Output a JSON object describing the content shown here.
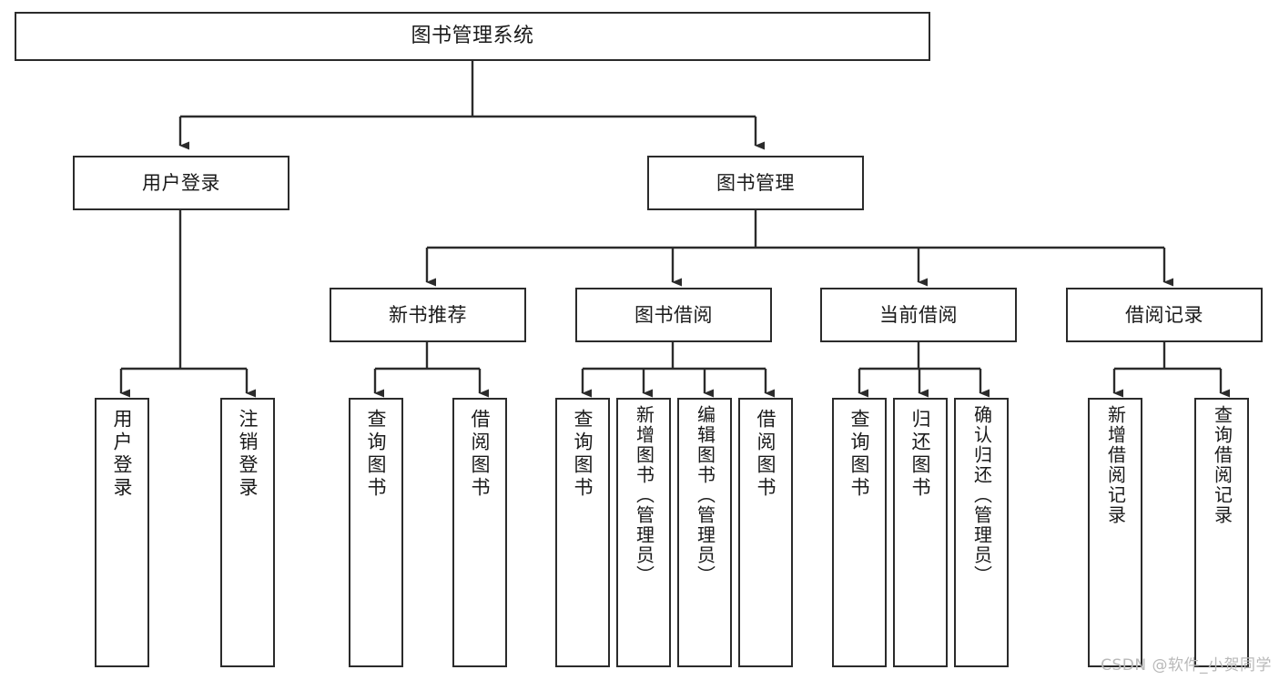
{
  "diagram": {
    "title": "图书管理系统",
    "watermark": "CSDN @软件_小贺同学",
    "stroke_color": "#2b2b2b",
    "fill_color": "#ffffff",
    "text_color": "#1a1a1a",
    "watermark_color": "#b9b9b9"
  },
  "nodes": {
    "root": {
      "label": "图书管理系统"
    },
    "level1": [
      {
        "id": "user-login",
        "label": "用户登录"
      },
      {
        "id": "book-management",
        "label": "图书管理"
      }
    ],
    "level2": [
      {
        "id": "new-book-recommend",
        "label": "新书推荐"
      },
      {
        "id": "book-borrow",
        "label": "图书借阅"
      },
      {
        "id": "current-borrow",
        "label": "当前借阅"
      },
      {
        "id": "borrow-record",
        "label": "借阅记录"
      }
    ],
    "leaves": {
      "user_login": [
        {
          "id": "leaf-user-login",
          "label": "用户登录"
        },
        {
          "id": "leaf-logout",
          "label": "注销登录"
        }
      ],
      "new_book_recommend": [
        {
          "id": "leaf-query-book-1",
          "label": "查询图书"
        },
        {
          "id": "leaf-borrow-book-1",
          "label": "借阅图书"
        }
      ],
      "book_borrow": [
        {
          "id": "leaf-query-book-2",
          "label": "查询图书"
        },
        {
          "id": "leaf-add-book",
          "label": "新增图书（管理员）"
        },
        {
          "id": "leaf-edit-book",
          "label": "编辑图书（管理员）"
        },
        {
          "id": "leaf-borrow-book-2",
          "label": "借阅图书"
        }
      ],
      "current_borrow": [
        {
          "id": "leaf-query-book-3",
          "label": "查询图书"
        },
        {
          "id": "leaf-return-book",
          "label": "归还图书"
        },
        {
          "id": "leaf-confirm-return",
          "label": "确认归还（管理员）"
        }
      ],
      "borrow_record": [
        {
          "id": "leaf-add-record",
          "label": "新增借阅记录"
        },
        {
          "id": "leaf-query-record",
          "label": "查询借阅记录"
        }
      ]
    }
  },
  "chart_data": {
    "type": "diagram",
    "diagram_type": "tree / functional-structure-chart",
    "orientation": "top-down",
    "title": "图书管理系统",
    "edges": [
      {
        "from": "图书管理系统",
        "to": "用户登录"
      },
      {
        "from": "图书管理系统",
        "to": "图书管理"
      },
      {
        "from": "用户登录",
        "to": "用户登录"
      },
      {
        "from": "用户登录",
        "to": "注销登录"
      },
      {
        "from": "图书管理",
        "to": "新书推荐"
      },
      {
        "from": "图书管理",
        "to": "图书借阅"
      },
      {
        "from": "图书管理",
        "to": "当前借阅"
      },
      {
        "from": "图书管理",
        "to": "借阅记录"
      },
      {
        "from": "新书推荐",
        "to": "查询图书"
      },
      {
        "from": "新书推荐",
        "to": "借阅图书"
      },
      {
        "from": "图书借阅",
        "to": "查询图书"
      },
      {
        "from": "图书借阅",
        "to": "新增图书（管理员）"
      },
      {
        "from": "图书借阅",
        "to": "编辑图书（管理员）"
      },
      {
        "from": "图书借阅",
        "to": "借阅图书"
      },
      {
        "from": "当前借阅",
        "to": "查询图书"
      },
      {
        "from": "当前借阅",
        "to": "归还图书"
      },
      {
        "from": "当前借阅",
        "to": "确认归还（管理员）"
      },
      {
        "from": "借阅记录",
        "to": "新增借阅记录"
      },
      {
        "from": "借阅记录",
        "to": "查询借阅记录"
      }
    ]
  }
}
